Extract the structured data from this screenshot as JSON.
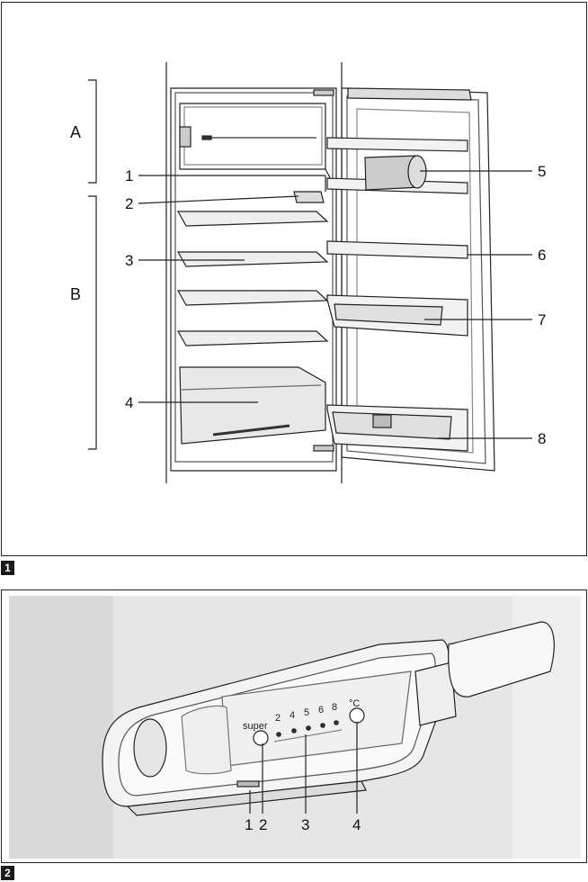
{
  "figure1": {
    "badge": "1",
    "section_labels": {
      "A": "A",
      "B": "B"
    },
    "callouts": {
      "c1": "1",
      "c2": "2",
      "c3": "3",
      "c4": "4",
      "c5": "5",
      "c6": "6",
      "c7": "7",
      "c8": "8"
    }
  },
  "figure2": {
    "badge": "2",
    "panel_text": {
      "super": "super",
      "t2": "2",
      "t4": "4",
      "t5": "5",
      "t6": "6",
      "t8": "8",
      "unit": "°C"
    },
    "callouts": {
      "c1": "1",
      "c2": "2",
      "c3": "3",
      "c4": "4"
    }
  }
}
